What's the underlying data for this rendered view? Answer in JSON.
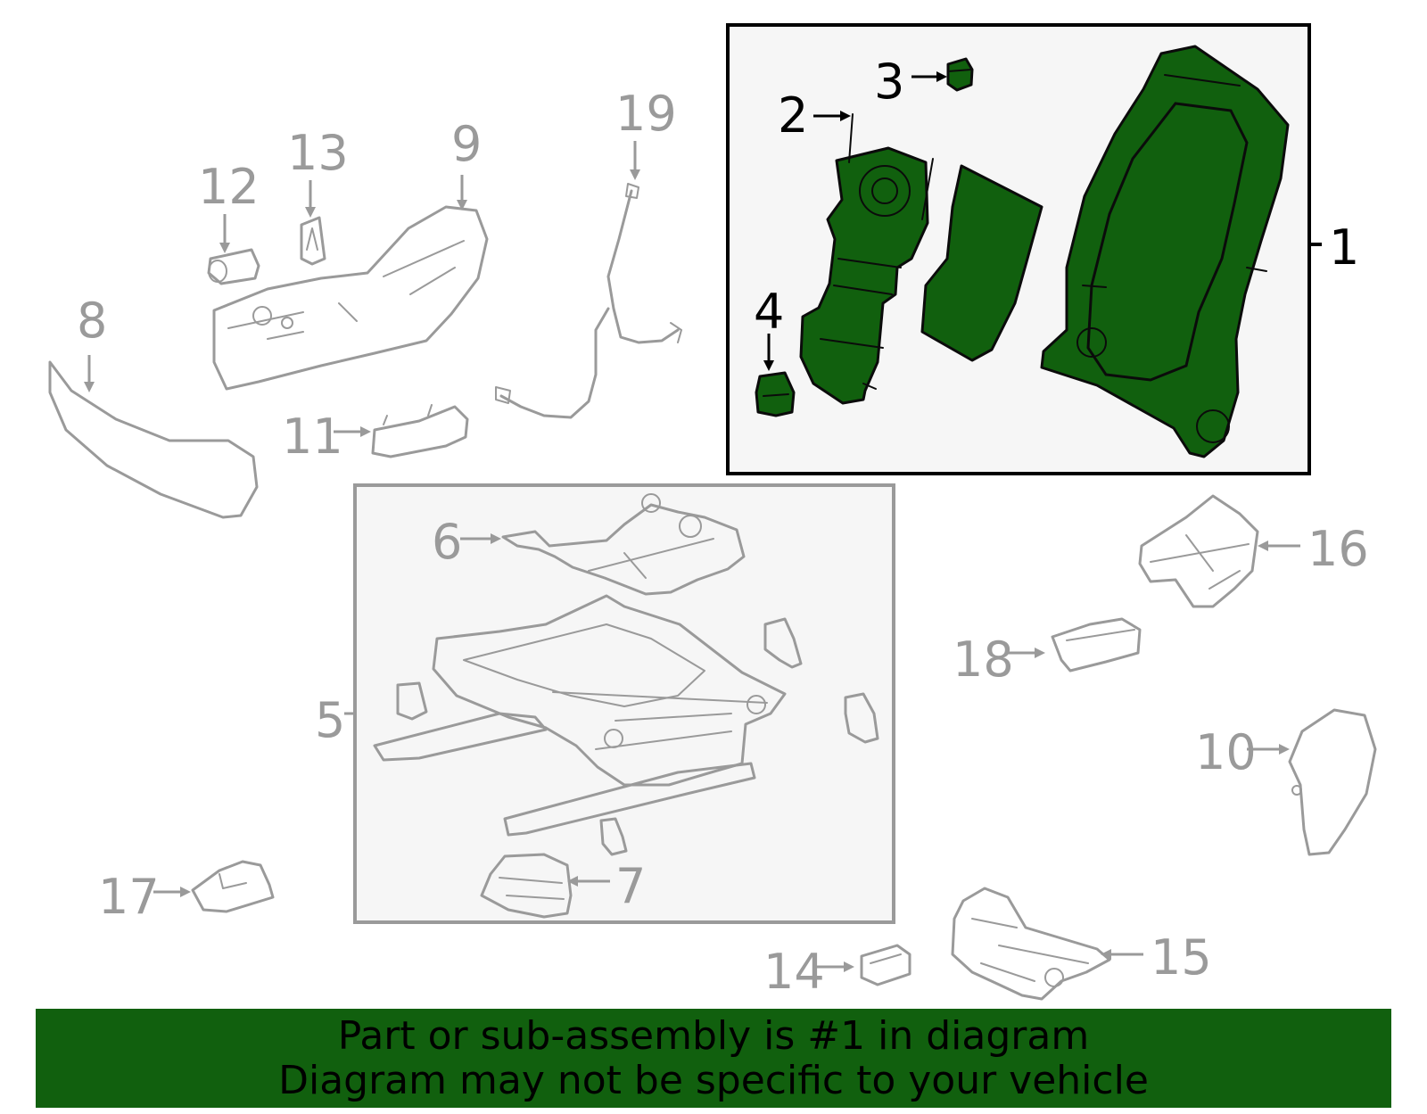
{
  "callouts": {
    "c1": "1",
    "c2": "2",
    "c3": "3",
    "c4": "4",
    "c5": "5",
    "c6": "6",
    "c7": "7",
    "c8": "8",
    "c9": "9",
    "c10": "10",
    "c11": "11",
    "c12": "12",
    "c13": "13",
    "c14": "14",
    "c15": "15",
    "c16": "16",
    "c17": "17",
    "c18": "18",
    "c19": "19"
  },
  "banner": {
    "line1": "Part or sub-assembly is #1 in diagram",
    "line2": "Diagram may not be specific to your vehicle"
  },
  "colors": {
    "highlight": "#11600e",
    "inactive": "#9a9a9a",
    "box_fill": "#f6f6f6"
  }
}
